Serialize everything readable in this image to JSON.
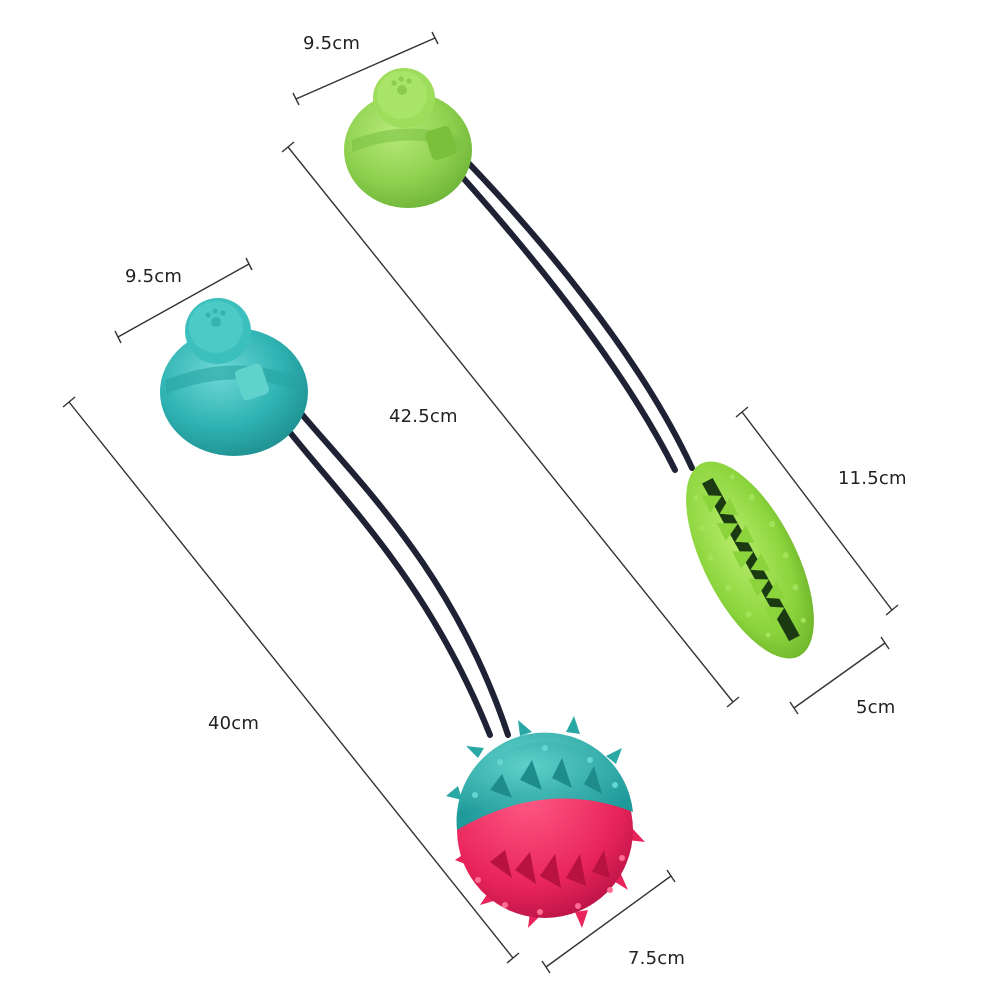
{
  "dimensions": {
    "green_suction_cup_width": "9.5cm",
    "teal_suction_cup_width": "9.5cm",
    "green_toy_total_length": "42.5cm",
    "teal_toy_total_length": "40cm",
    "bone_chew_length": "11.5cm",
    "bone_chew_width": "5cm",
    "ball_chew_width": "7.5cm"
  },
  "colors": {
    "green_toy": "#8fd14f",
    "teal_toy": "#2fb3b3",
    "ball_pink": "#e8245a",
    "rope": "#1f2235",
    "dimension_line": "#333333"
  }
}
